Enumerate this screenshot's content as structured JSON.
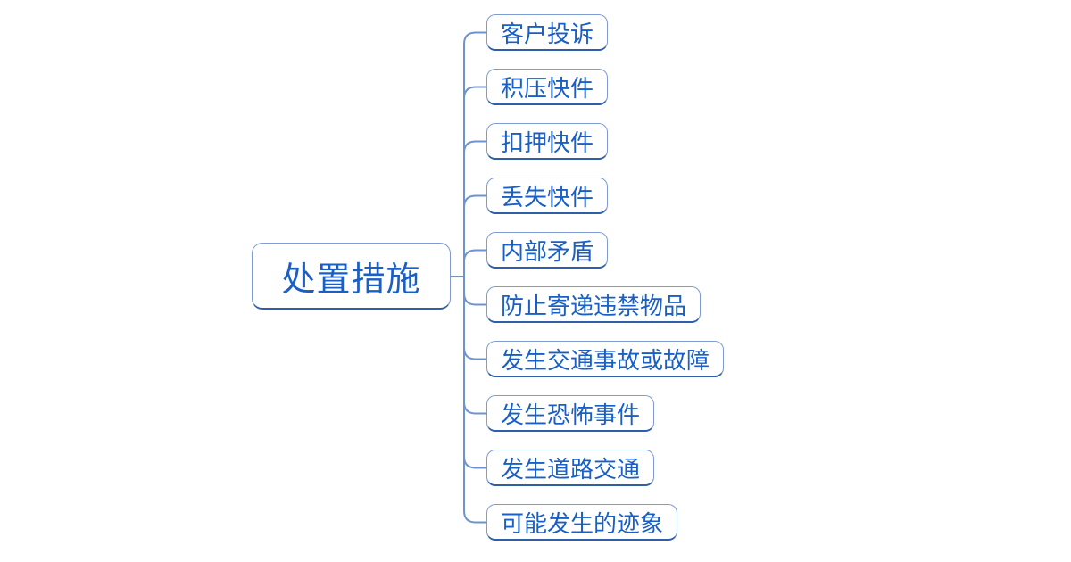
{
  "diagram": {
    "type": "mindmap",
    "root": {
      "label": "处置措施"
    },
    "branches": [
      {
        "label": "客户投诉"
      },
      {
        "label": "积压快件"
      },
      {
        "label": "扣押快件"
      },
      {
        "label": "丢失快件"
      },
      {
        "label": "内部矛盾"
      },
      {
        "label": "防止寄递违禁物品"
      },
      {
        "label": "发生交通事故或故障"
      },
      {
        "label": "发生恐怖事件"
      },
      {
        "label": "发生道路交通"
      },
      {
        "label": "可能发生的迹象"
      }
    ],
    "colors": {
      "text": "#1a5fc4",
      "border": "#7e9bd3",
      "border_dark": "#2e5fa8",
      "line": "#6f93cf",
      "background": "#ffffff"
    }
  }
}
